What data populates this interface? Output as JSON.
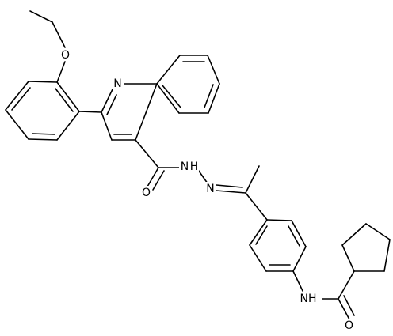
{
  "molecule": {
    "atoms": [
      {
        "id": "O_ether",
        "element": "O",
        "label": "O"
      },
      {
        "id": "N_quinoline",
        "element": "N",
        "label": "N"
      },
      {
        "id": "NH_hydrazide",
        "element": "N",
        "label": "N"
      },
      {
        "id": "H_hydrazide",
        "element": "H",
        "label": "H"
      },
      {
        "id": "N_imine",
        "element": "N",
        "label": "N"
      },
      {
        "id": "O_hydrazide",
        "element": "O",
        "label": "O"
      },
      {
        "id": "NH_amide",
        "element": "N",
        "label": "NH"
      },
      {
        "id": "O_amide",
        "element": "O",
        "label": "O"
      }
    ]
  }
}
